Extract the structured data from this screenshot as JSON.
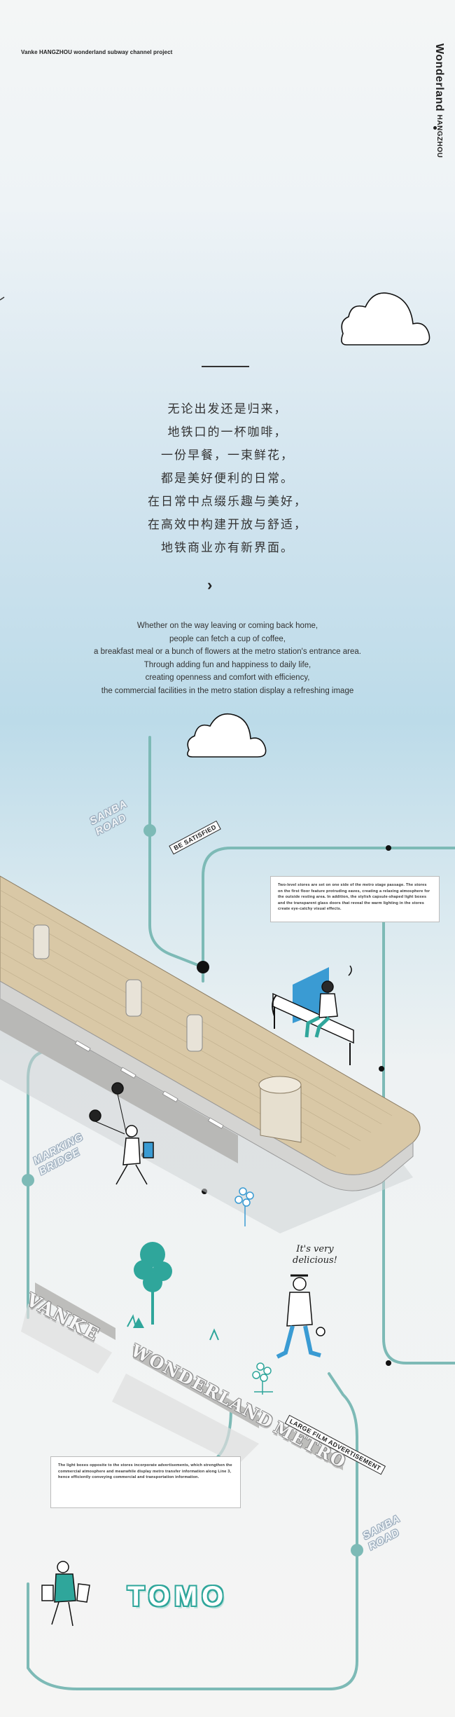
{
  "header": {
    "project": "Vanke HANGZHOU wonderland subway channel project",
    "brand_word": "Wonderland",
    "brand_city": "HANGZHOU"
  },
  "intro_cn": [
    "无论出发还是归来，",
    "地铁口的一杯咖啡，",
    "一份早餐，一束鲜花，",
    "都是美好便利的日常。",
    "在日常中点缀乐趣与美好，",
    "在高效中构建开放与舒适，",
    "地铁商业亦有新界面。"
  ],
  "intro_en": [
    "Whether on the way leaving or coming back home,",
    "people can fetch a cup of coffee,",
    "a breakfast meal or a bunch of flowers at the metro station's entrance area.",
    "Through adding fun and happiness to daily life,",
    "creating openness and comfort with efficiency,",
    "the commercial facilities in the metro station display a refreshing image"
  ],
  "labels": {
    "sanba_road_top": [
      "SANBA",
      "ROAD"
    ],
    "be_satisfied": "BE SATISFIED",
    "marking_bridge": [
      "MARKING",
      "BRIDGE"
    ],
    "speech": [
      "It's very",
      "delicious!"
    ],
    "large_film": "LARGE FILM ADVERTISEMENT",
    "sanba_road_bottom": [
      "SANBA",
      "ROAD"
    ],
    "tomo": "TOMO"
  },
  "signs": {
    "vanke": "VANKE",
    "wonderland": "WONDERLAND",
    "metro": "METRO"
  },
  "boxes": {
    "stores": "Two-level stores are set on one side of the metro stage passage. The stores on the first floor feature protruding eaves, creating a relaxing atmosphere for the outside resting area. In addition, the stylish capsule-shaped light boxes and the transparent glass doors that reveal the warm lighting in the stores create eye-catchy visual effects.",
    "lightboxes": "The light boxes opposite to the stores incorporate advertisements, which strengthen the commercial atmosphere and meanwhile display metro transfer information along Line 3, hence efficiently conveying commercial and transportation information."
  },
  "colors": {
    "teal_line": "#6fb9b3",
    "accent_blue": "#3a9bd3",
    "tree_teal": "#2fa69b"
  }
}
